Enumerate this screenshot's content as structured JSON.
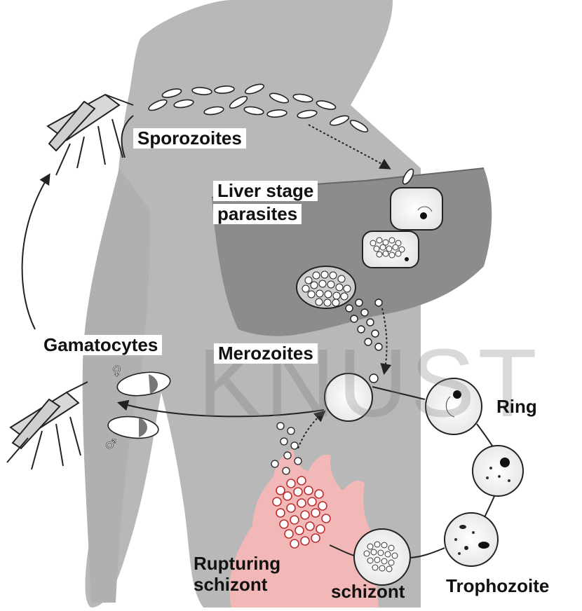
{
  "labels": {
    "sporozoites": "Sporozoites",
    "liver_stage_line1": "Liver stage",
    "liver_stage_line2": "parasites",
    "gamatocytes": "Gamatocytes",
    "merozoites": "Merozoites",
    "ring": "Ring",
    "rupturing_line1": "Rupturing",
    "rupturing_line2": "schizont",
    "schizont": "schizont",
    "trophozoite": "Trophozoite"
  },
  "gametocyte_symbols": {
    "female": "♀",
    "male": "♂"
  },
  "watermark": "KNUST",
  "colors": {
    "body": "#b8b8b8",
    "liver": "#8a8a8a",
    "flame": "#f2b7b7",
    "line": "#222222"
  }
}
